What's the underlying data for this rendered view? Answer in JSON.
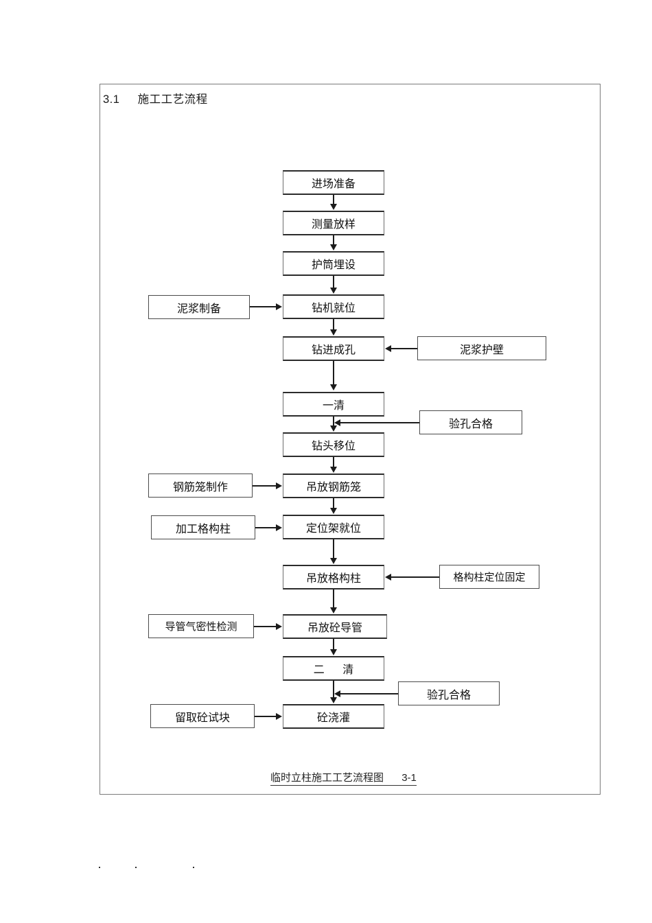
{
  "document": {
    "section_number": "3.1",
    "section_title": "施工工艺流程",
    "caption_text": "临时立柱施工工艺流程图",
    "caption_number": "3-1"
  },
  "chart_data": {
    "type": "diagram",
    "title": "临时立柱施工工艺流程图 3-1",
    "main_flow": [
      {
        "id": "n1",
        "label": "进场准备"
      },
      {
        "id": "n2",
        "label": "测量放样"
      },
      {
        "id": "n3",
        "label": "护筒埋设"
      },
      {
        "id": "n4",
        "label": "钻机就位"
      },
      {
        "id": "n5",
        "label": "钻进成孔"
      },
      {
        "id": "n6",
        "label": "一清"
      },
      {
        "id": "n7",
        "label": "钻头移位"
      },
      {
        "id": "n8",
        "label": "吊放钢筋笼"
      },
      {
        "id": "n9",
        "label": "定位架就位"
      },
      {
        "id": "n10",
        "label": "吊放格构柱"
      },
      {
        "id": "n11",
        "label": "吊放砼导管"
      },
      {
        "id": "n12",
        "label": "二 清"
      },
      {
        "id": "n13",
        "label": "砼浇灌"
      }
    ],
    "side_left": [
      {
        "id": "L1",
        "label": "泥浆制备",
        "target": "钻机就位"
      },
      {
        "id": "L2",
        "label": "钢筋笼制作",
        "target": "吊放钢筋笼"
      },
      {
        "id": "L3",
        "label": "加工格构柱",
        "target": "定位架就位"
      },
      {
        "id": "L4",
        "label": "导管气密性检测",
        "target": "吊放砼导管"
      },
      {
        "id": "L5",
        "label": "留取砼试块",
        "target": "砼浇灌"
      }
    ],
    "side_right": [
      {
        "id": "R1",
        "label": "泥浆护壁",
        "target": "钻进成孔"
      },
      {
        "id": "R2",
        "label": "验孔合格",
        "target": "一清 → 钻头移位"
      },
      {
        "id": "R3",
        "label": "格构柱定位固定",
        "target": "吊放格构柱"
      },
      {
        "id": "R4",
        "label": "验孔合格",
        "target": "二 清 → 砼浇灌"
      }
    ],
    "edges": [
      "进场准备 → 测量放样",
      "测量放样 → 护筒埋设",
      "护筒埋设 → 钻机就位",
      "泥浆制备 → 钻机就位",
      "钻机就位 → 钻进成孔",
      "泥浆护壁 → 钻进成孔",
      "钻进成孔 → 一清",
      "一清 → 钻头移位",
      "验孔合格 → 一清/钻头移位连线",
      "钻头移位 → 吊放钢筋笼",
      "钢筋笼制作 → 吊放钢筋笼",
      "吊放钢筋笼 → 定位架就位",
      "加工格构柱 → 定位架就位",
      "定位架就位 → 吊放格构柱",
      "格构柱定位固定 → 吊放格构柱",
      "吊放格构柱 → 吊放砼导管",
      "导管气密性检测 → 吊放砼导管",
      "吊放砼导管 → 二 清",
      "二 清 → 砼浇灌",
      "验孔合格 → 二清/砼浇灌连线",
      "留取砼试块 → 砼浇灌"
    ],
    "colors": {
      "frame": "#7a7a7a",
      "node_border": "#8a8a8a",
      "node_border_heavy": "#2b2b2b",
      "line": "#1b1b1b",
      "text": "#111111",
      "background": "#ffffff"
    }
  }
}
